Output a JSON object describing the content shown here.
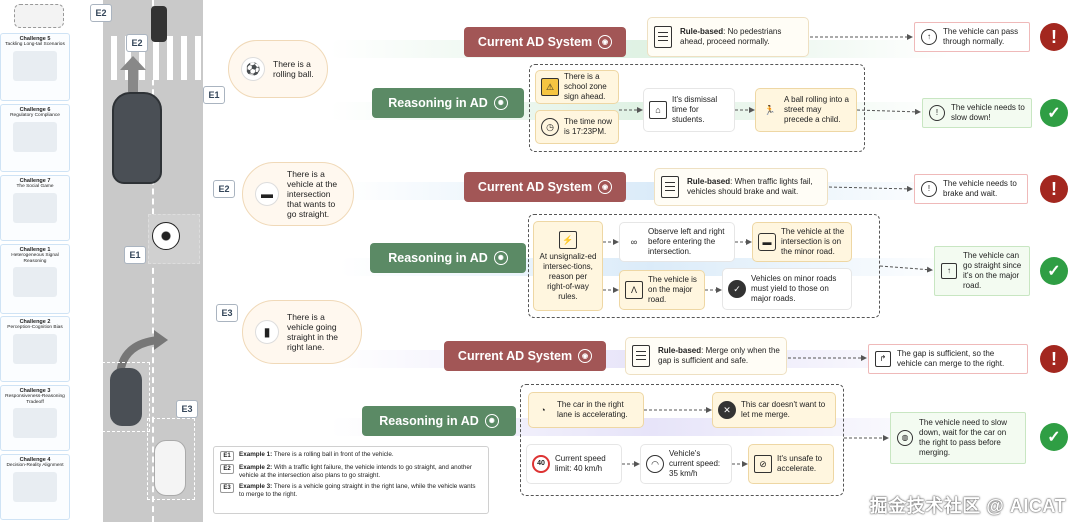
{
  "challenges": [
    {
      "title": "Challenge 5",
      "subtitle": "Tackling Long-tail Scenarios"
    },
    {
      "title": "Challenge 6",
      "subtitle": "Regulatory Compliance"
    },
    {
      "title": "Challenge 7",
      "subtitle": "The Social Game"
    },
    {
      "title": "Challenge 1",
      "subtitle": "Heterogeneous Signal Reasoning"
    },
    {
      "title": "Challenge 2",
      "subtitle": "Perception-Cognition Bias"
    },
    {
      "title": "Challenge 3",
      "subtitle": "Responsiveness-Reasoning Tradeoff"
    },
    {
      "title": "Challenge 4",
      "subtitle": "Decision-Reality Alignment"
    }
  ],
  "scene_tags": {
    "e2": "E2",
    "e2b": "E2",
    "e1": "E1",
    "e3": "E3"
  },
  "examples": [
    {
      "tag": "E1",
      "situation": "There is a rolling ball.",
      "current_label": "Current AD System",
      "rule_prefix": "Rule-based",
      "rule_text": ": No pedestrians ahead, proceed normally.",
      "current_result": "The vehicle can pass through normally.",
      "reasoning_label": "Reasoning in AD",
      "nodes": {
        "school": "There is a school zone sign ahead.",
        "time": "The time now is 17:23PM.",
        "dismissal": "It's dismissal time for students.",
        "ball": "A ball rolling into a street may precede a child."
      },
      "reasoning_result": "The vehicle needs to slow down!"
    },
    {
      "tag": "E2",
      "situation": "There is a vehicle at the intersection that wants to go straight.",
      "current_label": "Current AD System",
      "rule_prefix": "Rule-based",
      "rule_text": ": When traffic lights fail, vehicles should brake and wait.",
      "current_result": "The vehicle needs to brake and wait.",
      "reasoning_label": "Reasoning in AD",
      "nodes": {
        "unsignalized": "At unsignaliz-ed intersec-tions, reason per right-of-way rules.",
        "observe": "Observe left and right before entering the intersection.",
        "minor": "The vehicle at the intersection is on the minor road.",
        "major": "The vehicle is on the major road.",
        "yield": "Vehicles on minor roads must yield to those on major roads."
      },
      "reasoning_result": "The vehicle can go straight since it's on the major road."
    },
    {
      "tag": "E3",
      "situation": "There is a vehicle going straight in the right lane.",
      "current_label": "Current AD System",
      "rule_prefix": "Rule-based",
      "rule_text": ": Merge only when the gap is sufficient and safe.",
      "current_result": "The gap is sufficient, so the vehicle can merge to the right.",
      "reasoning_label": "Reasoning in AD",
      "nodes": {
        "accel": "The car in the right lane is accelerating.",
        "notlet": "This car doesn't want to let me merge.",
        "limit": "Current speed limit: 40 km/h",
        "speed": "Vehicle's current speed: 35 km/h",
        "unsafe": "It's unsafe to accelerate."
      },
      "reasoning_result": "The vehicle need to slow down, wait for the car on the right to pass before merging."
    }
  ],
  "legend": [
    {
      "tag": "E1",
      "bold": "Example 1:",
      "text": " There is a rolling ball in front of the vehicle."
    },
    {
      "tag": "E2",
      "bold": "Example 2:",
      "text": " With a traffic light failure, the vehicle intends to go straight, and another vehicle at the intersection also plans to go straight."
    },
    {
      "tag": "E3",
      "bold": "Example 3:",
      "text": " There is a vehicle going straight in the right lane, while the vehicle wants to merge to the right."
    }
  ],
  "limit_sign": "40",
  "watermark": "掘金技术社区 @ AICAT",
  "colors": {
    "current": "#a25656",
    "reasoning": "#5b8a65",
    "alert": "#a3271f",
    "ok": "#2f9e44"
  }
}
